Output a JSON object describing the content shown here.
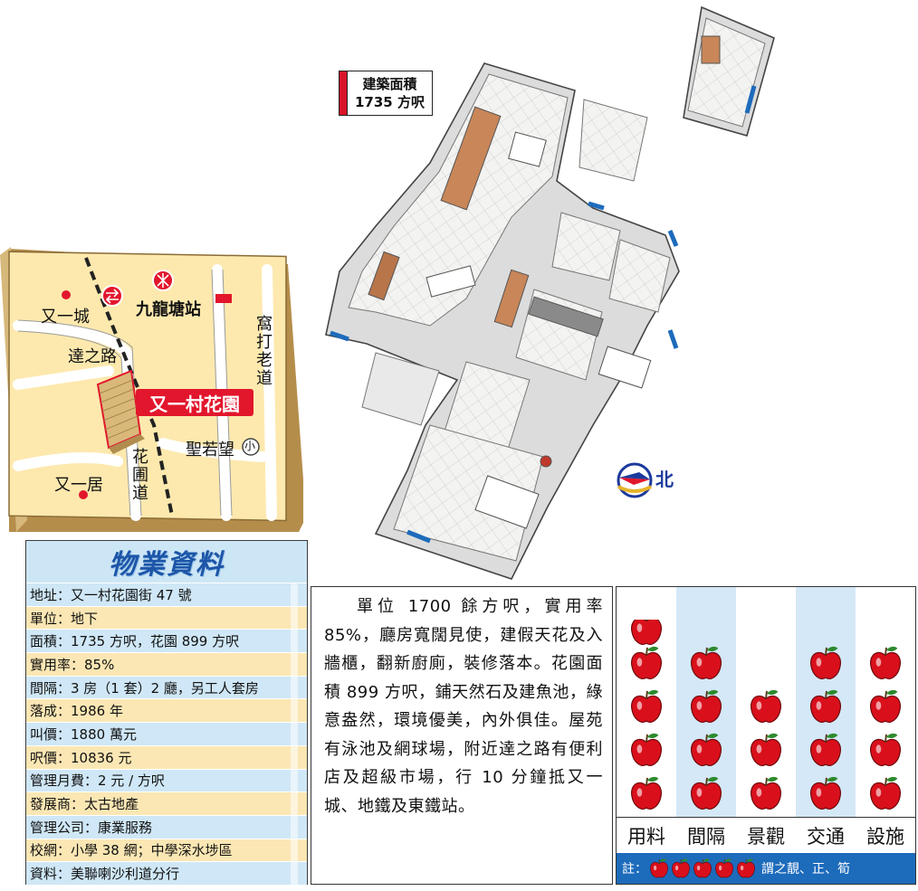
{
  "floorplan": {
    "area_label": "建築面積",
    "area_value": "1735 方呎",
    "north_label": "北"
  },
  "map": {
    "labels": {
      "yau_yat_chuen": "又一城",
      "kowloon_tong_station": "九龍塘站",
      "tat_chee_avenue": "達之路",
      "cornwall_street": "窩打老道",
      "estate": "又一村花園",
      "school": "聖若望",
      "yau_yat_kui": "又一居",
      "flower_garden_road": "花圃道",
      "school_mark": "小"
    },
    "colors": {
      "background": "#fde9ae",
      "road": "#ffffff",
      "rail": "#222222",
      "accent": "#e2162c"
    }
  },
  "property": {
    "title": "物業資料",
    "rows": [
      "地址：又一村花園街 47 號",
      "單位：地下",
      "面積：1735 方呎，花園 899 方呎",
      "實用率：85%",
      "間隔：3 房（1 套）2 廳，另工人套房",
      "落成：1986 年",
      "叫價：1880 萬元",
      "呎價：10836 元",
      "管理月費：2 元 / 方呎",
      "發展商：太古地產",
      "管理公司：康業服務",
      "校網：小學 38 網；中學深水埗區",
      "資料：美聯喇沙利道分行"
    ]
  },
  "description": "單位 1700 餘方呎，實用率 85%，廳房寬闊見使，建假天花及入牆櫃，翻新廚廁，裝修落本。花園面積 899 方呎，鋪天然石及建魚池，綠意盎然，環境優美，內外俱佳。屋苑有泳池及網球場，附近達之路有便利店及超級市場，行 10 分鐘抵又一城、地鐵及東鐵站。",
  "rating": {
    "categories": [
      {
        "label": "用料",
        "apples": 4.5
      },
      {
        "label": "間隔",
        "apples": 4
      },
      {
        "label": "景觀",
        "apples": 3
      },
      {
        "label": "交通",
        "apples": 4
      },
      {
        "label": "設施",
        "apples": 4
      }
    ],
    "note_prefix": "註：",
    "note_suffix": "謂之靚、正、筍",
    "note_apples": 5,
    "colors": {
      "apple": "#d9101c",
      "leaf": "#2d8a2d",
      "column_alt": "#d4e8f7",
      "note_bg": "#1d6bbb"
    }
  }
}
